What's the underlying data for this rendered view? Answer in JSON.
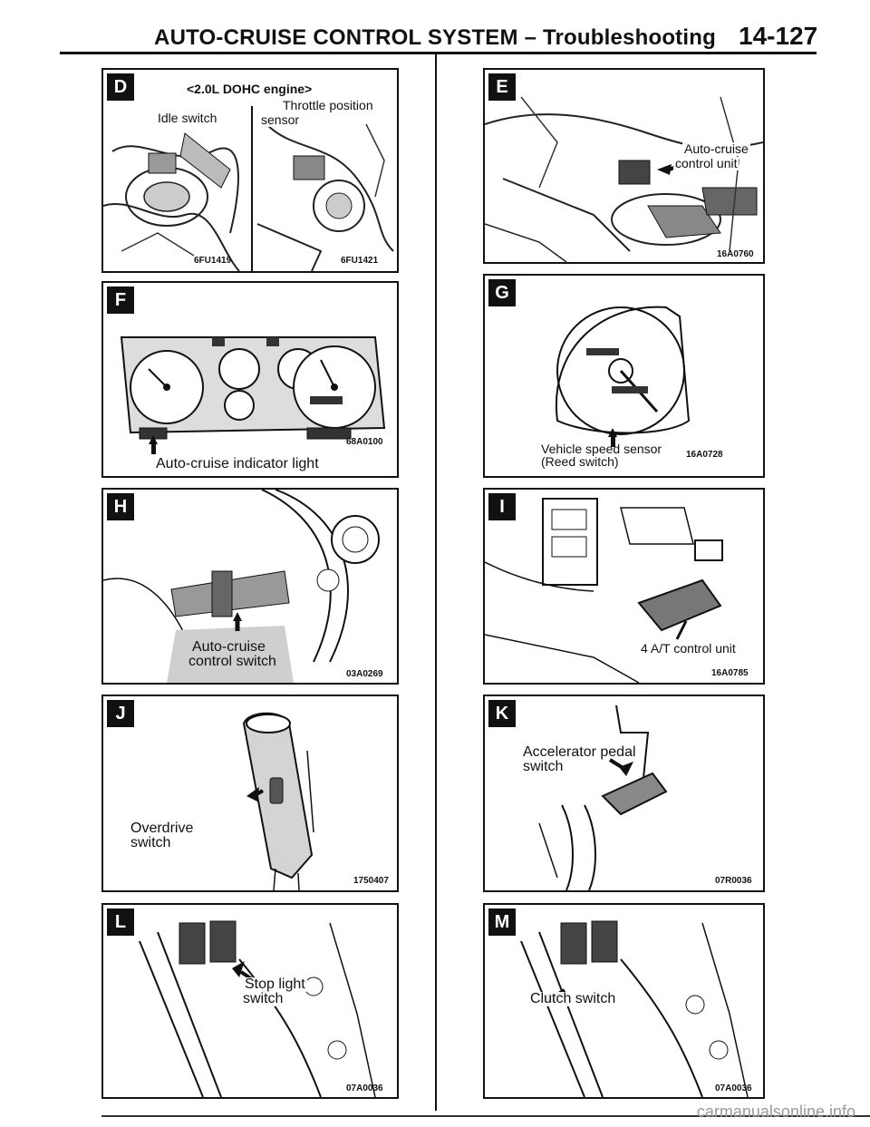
{
  "header": {
    "title": "AUTO-CRUISE CONTROL SYSTEM – Troubleshooting",
    "page_number": "14-127"
  },
  "panels": {
    "D": {
      "tag": "D",
      "engine_label": "<2.0L DOHC engine>",
      "idle_switch": "Idle switch",
      "throttle_sensor_1": "Throttle position",
      "throttle_sensor_2": "sensor",
      "code_left": "6FU1419",
      "code_right": "6FU1421"
    },
    "E": {
      "tag": "E",
      "label_1": "Auto-cruise",
      "label_2": "control unit",
      "code": "16A0760"
    },
    "F": {
      "tag": "F",
      "label": "Auto-cruise indicator light",
      "code": "68A0100"
    },
    "G": {
      "tag": "G",
      "label_1": "Vehicle speed sensor",
      "label_2": "(Reed switch)",
      "code": "16A0728"
    },
    "H": {
      "tag": "H",
      "label_1": "Auto-cruise",
      "label_2": "control switch",
      "code": "03A0269"
    },
    "I": {
      "tag": "I",
      "label": "4 A/T control unit",
      "code": "16A0785"
    },
    "J": {
      "tag": "J",
      "label_1": "Overdrive",
      "label_2": "switch",
      "code": "1750407"
    },
    "K": {
      "tag": "K",
      "label_1": "Accelerator pedal",
      "label_2": "switch",
      "code": "07R0036"
    },
    "L": {
      "tag": "L",
      "label_1": "Stop light",
      "label_2": "switch",
      "code": "07A0036"
    },
    "M": {
      "tag": "M",
      "label": "Clutch switch",
      "code": "07A0036"
    }
  },
  "watermark": "carmanualsonline.info"
}
